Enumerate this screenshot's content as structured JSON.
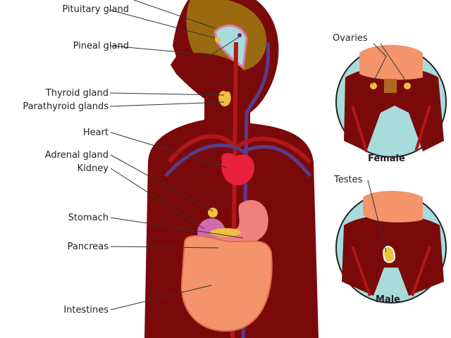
{
  "labels": {
    "pituitary": "Pituitary gland",
    "pineal": "Pineal gland",
    "thyroid": "Thyroid gland",
    "parathyroid": "Parathyroid glands",
    "heart": "Heart",
    "adrenal": "Adrenal gland",
    "kidney": "Kidney",
    "stomach": "Stomach",
    "pancreas": "Pancreas",
    "intestines": "Intestines",
    "ovaries": "Ovaries",
    "female": "Female",
    "testes": "Testes",
    "male": "Male"
  },
  "colors": {
    "body": "#7a0a0a",
    "brain": "#9a6a10",
    "fluid": "#a8dcdc",
    "vein": "#5a3a8a",
    "artery": "#b01818",
    "heart": "#e8203a",
    "organ": "#f08060",
    "gland": "#f0c040"
  }
}
